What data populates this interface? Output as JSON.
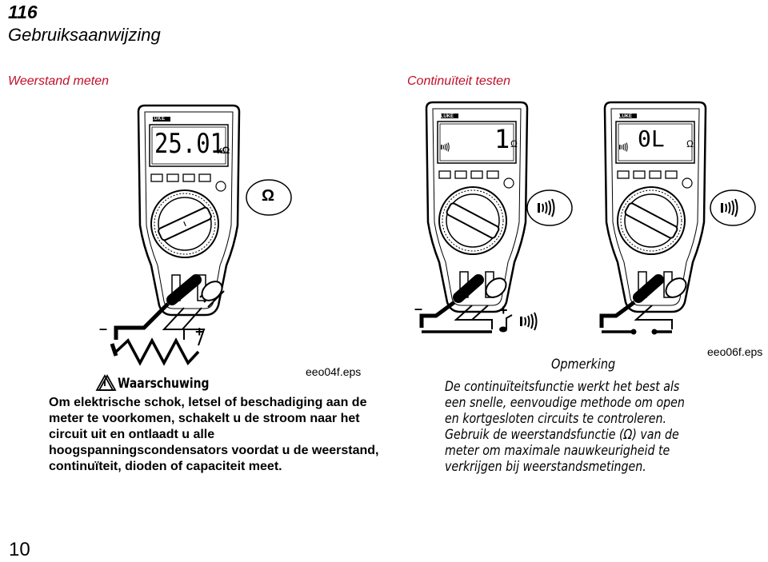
{
  "header": {
    "page_number": "116",
    "title": "Gebruiksaanwijzing"
  },
  "sections": {
    "resistance_title": "Weerstand meten",
    "continuity_title": "Continuïteit testen"
  },
  "meters": {
    "brand": "FLUKE",
    "resistance_reading": "25.01",
    "resistance_unit": "kΩ",
    "continuity_reading_a": "1",
    "continuity_reading_b": "0L",
    "ohm_symbol": "Ω",
    "dial_function_resistance": "Ω",
    "plus": "+",
    "minus": "–"
  },
  "figures": {
    "resistance_file": "eeo04f.eps",
    "continuity_file": "eeo06f.eps"
  },
  "warning": {
    "heading": "Waarschuwing",
    "body": "Om elektrische schok, letsel of beschadiging aan de meter te voorkomen, schakelt u de stroom naar het circuit uit en ontlaadt u alle hoogspanningscondensators voordat u de weerstand, continuïteit, dioden of capaciteit meet."
  },
  "note": {
    "heading": "Opmerking",
    "body": "De continuïteitsfunctie werkt het best als een snelle, eenvoudige methode om open en kortgesloten circuits te controleren. Gebruik de weerstandsfunctie (Ω) van de meter om maximale nauwkeurigheid te verkrijgen bij weerstandsmetingen."
  },
  "footer": {
    "page": "10"
  }
}
